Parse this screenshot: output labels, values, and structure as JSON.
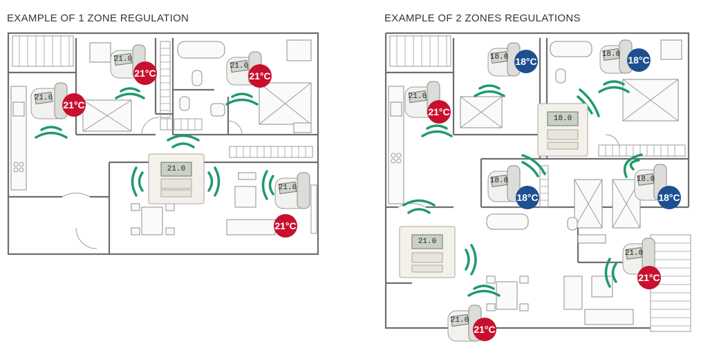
{
  "colors": {
    "wave_green": "#1f9a6a",
    "badge_red": "#c8102e",
    "badge_blue": "#1d4f91"
  },
  "panels": [
    {
      "title": "EXAMPLE OF 1 ZONE REGULATION",
      "valves": [
        {
          "label": "21°C",
          "color": "red",
          "display": "21.0"
        },
        {
          "label": "21°C",
          "color": "red",
          "display": "21.0"
        },
        {
          "label": "21°C",
          "color": "red",
          "display": "21.0"
        },
        {
          "label": "21°C",
          "color": "red",
          "display": "21.0"
        }
      ],
      "controllers": [
        {
          "display": "21.0"
        }
      ]
    },
    {
      "title": "EXAMPLE OF 2 ZONES REGULATIONS",
      "valves": [
        {
          "label": "18°C",
          "color": "blue",
          "display": "18.0"
        },
        {
          "label": "18°C",
          "color": "blue",
          "display": "18.0"
        },
        {
          "label": "21°C",
          "color": "red",
          "display": "21.0"
        },
        {
          "label": "18°C",
          "color": "blue",
          "display": "18.0"
        },
        {
          "label": "18°C",
          "color": "blue",
          "display": "18.0"
        },
        {
          "label": "21°C",
          "color": "red",
          "display": "21.0"
        },
        {
          "label": "21°C",
          "color": "red",
          "display": "21.0"
        }
      ],
      "controllers": [
        {
          "display": "18.0"
        },
        {
          "display": "21.0"
        }
      ]
    }
  ]
}
